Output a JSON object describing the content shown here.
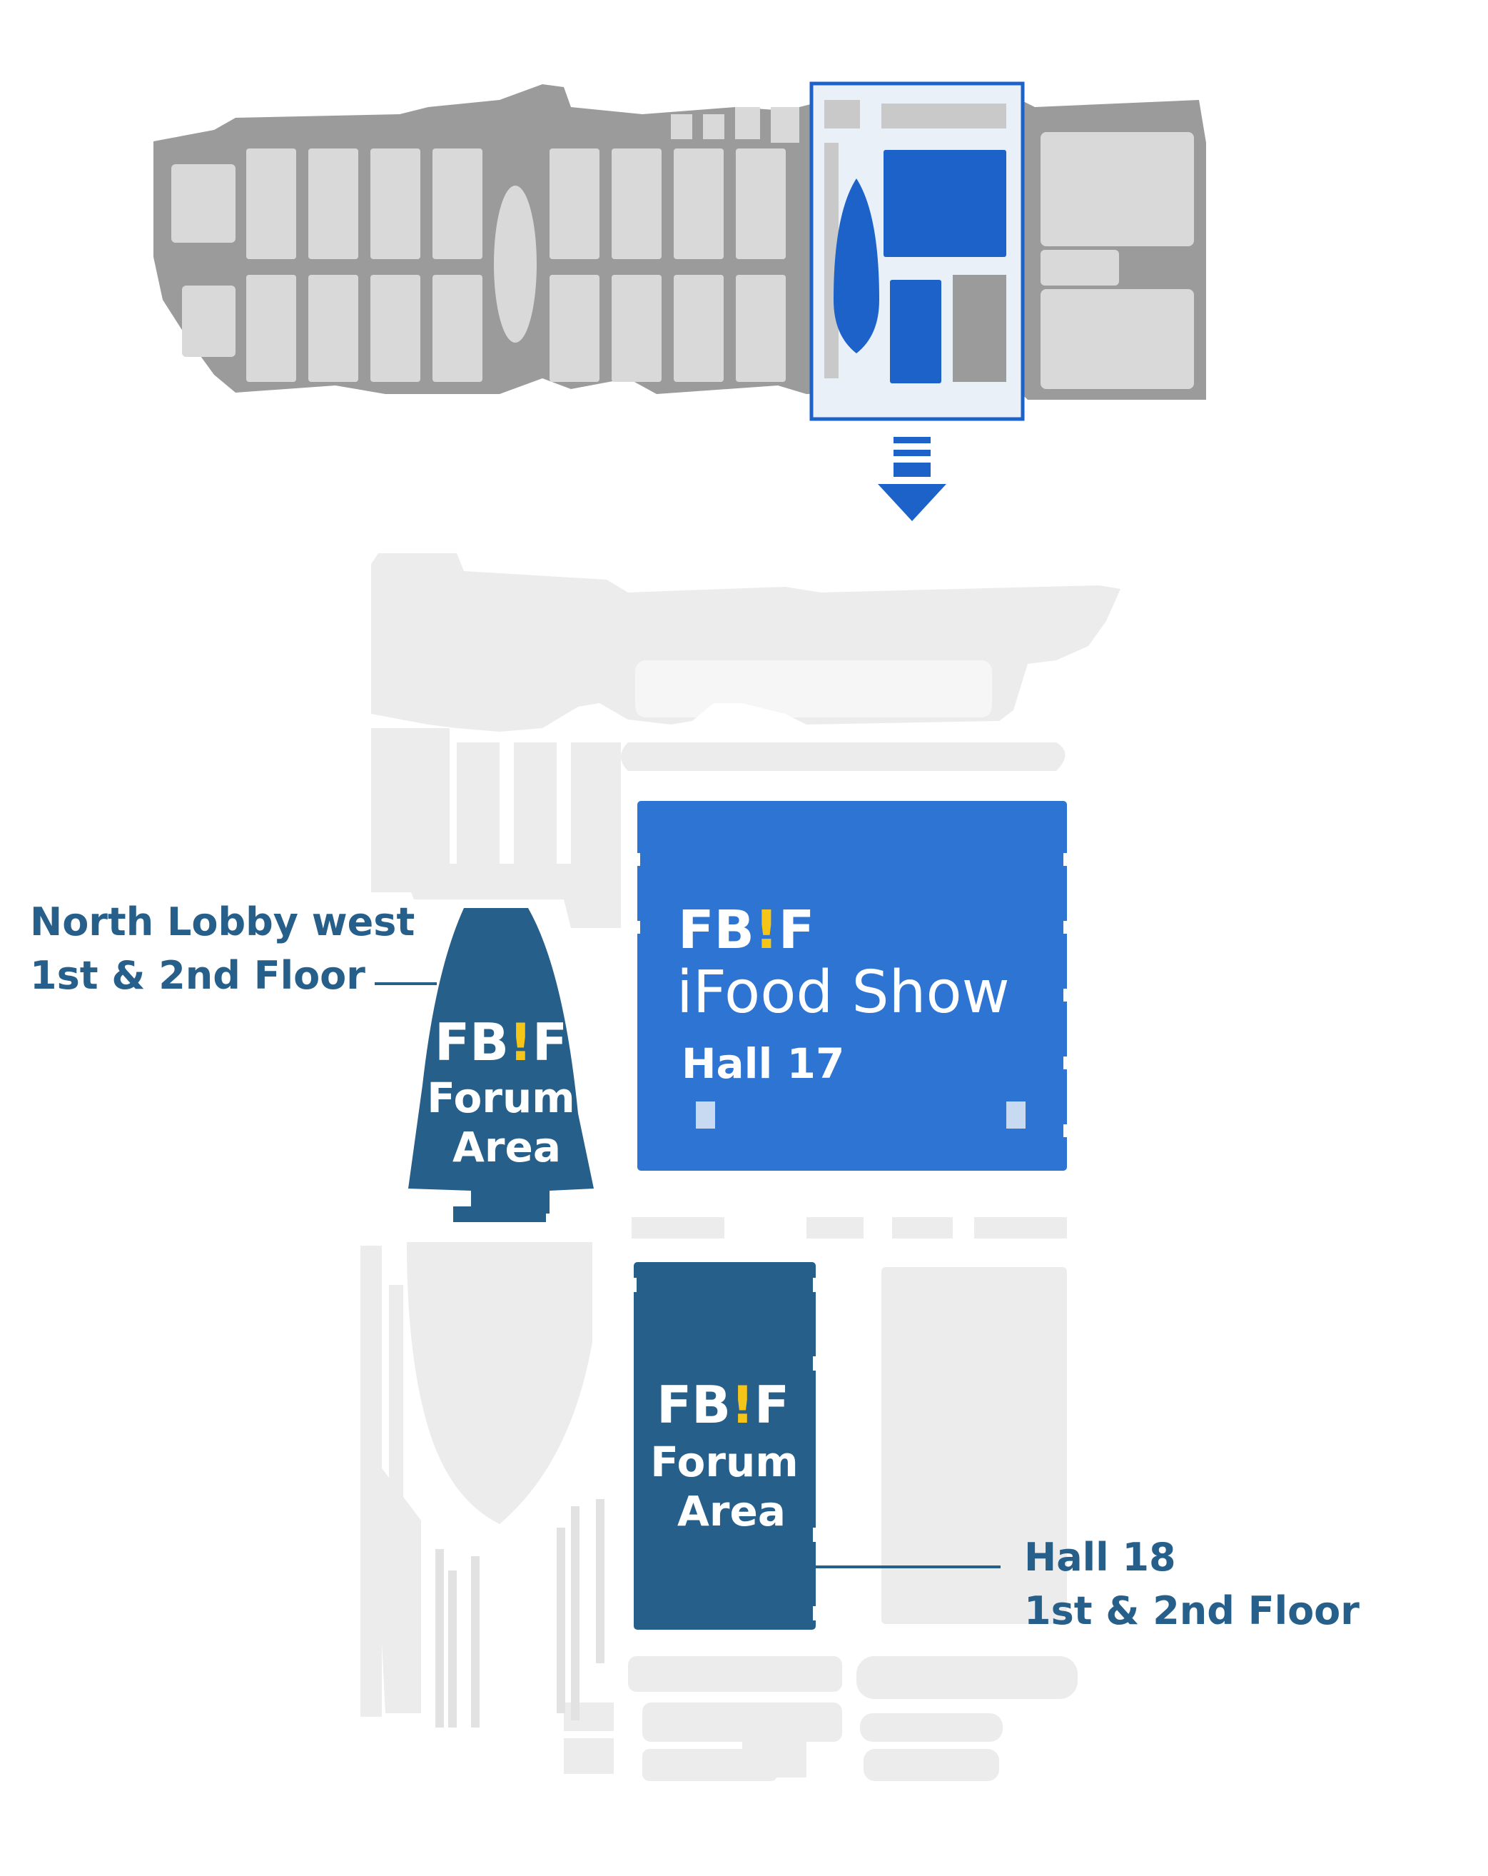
{
  "colors": {
    "background": "#ffffff",
    "overview_gray": "#9b9b9b",
    "overview_highlight": "#1c62c9",
    "overview_selection_fill": "#eaf0f8",
    "overview_selection_border": "#1c62c9",
    "arrow": "#1c62c9",
    "detail_gray": "#ececec",
    "hall17_blue": "#2e74d2",
    "forum_dark_blue": "#275f8b",
    "label_text": "#275f8b",
    "logo_exclamation": "#f5c518",
    "white": "#ffffff"
  },
  "overview": {
    "selection_label": ""
  },
  "hall17": {
    "logo_left": "FB",
    "logo_mark": "!",
    "logo_right": "F",
    "show_name": "iFood Show",
    "hall_label": "Hall 17"
  },
  "forum_north": {
    "logo_left": "FB",
    "logo_mark": "!",
    "logo_right": "F",
    "line1": "Forum",
    "line2": "Area"
  },
  "forum_hall18": {
    "logo_left": "FB",
    "logo_mark": "!",
    "logo_right": "F",
    "line1": "Forum",
    "line2": "Area"
  },
  "callouts": {
    "north_lobby_line1": "North Lobby west",
    "north_lobby_line2": "1st & 2nd Floor",
    "hall18_line1": "Hall 18",
    "hall18_line2": "1st & 2nd Floor"
  }
}
